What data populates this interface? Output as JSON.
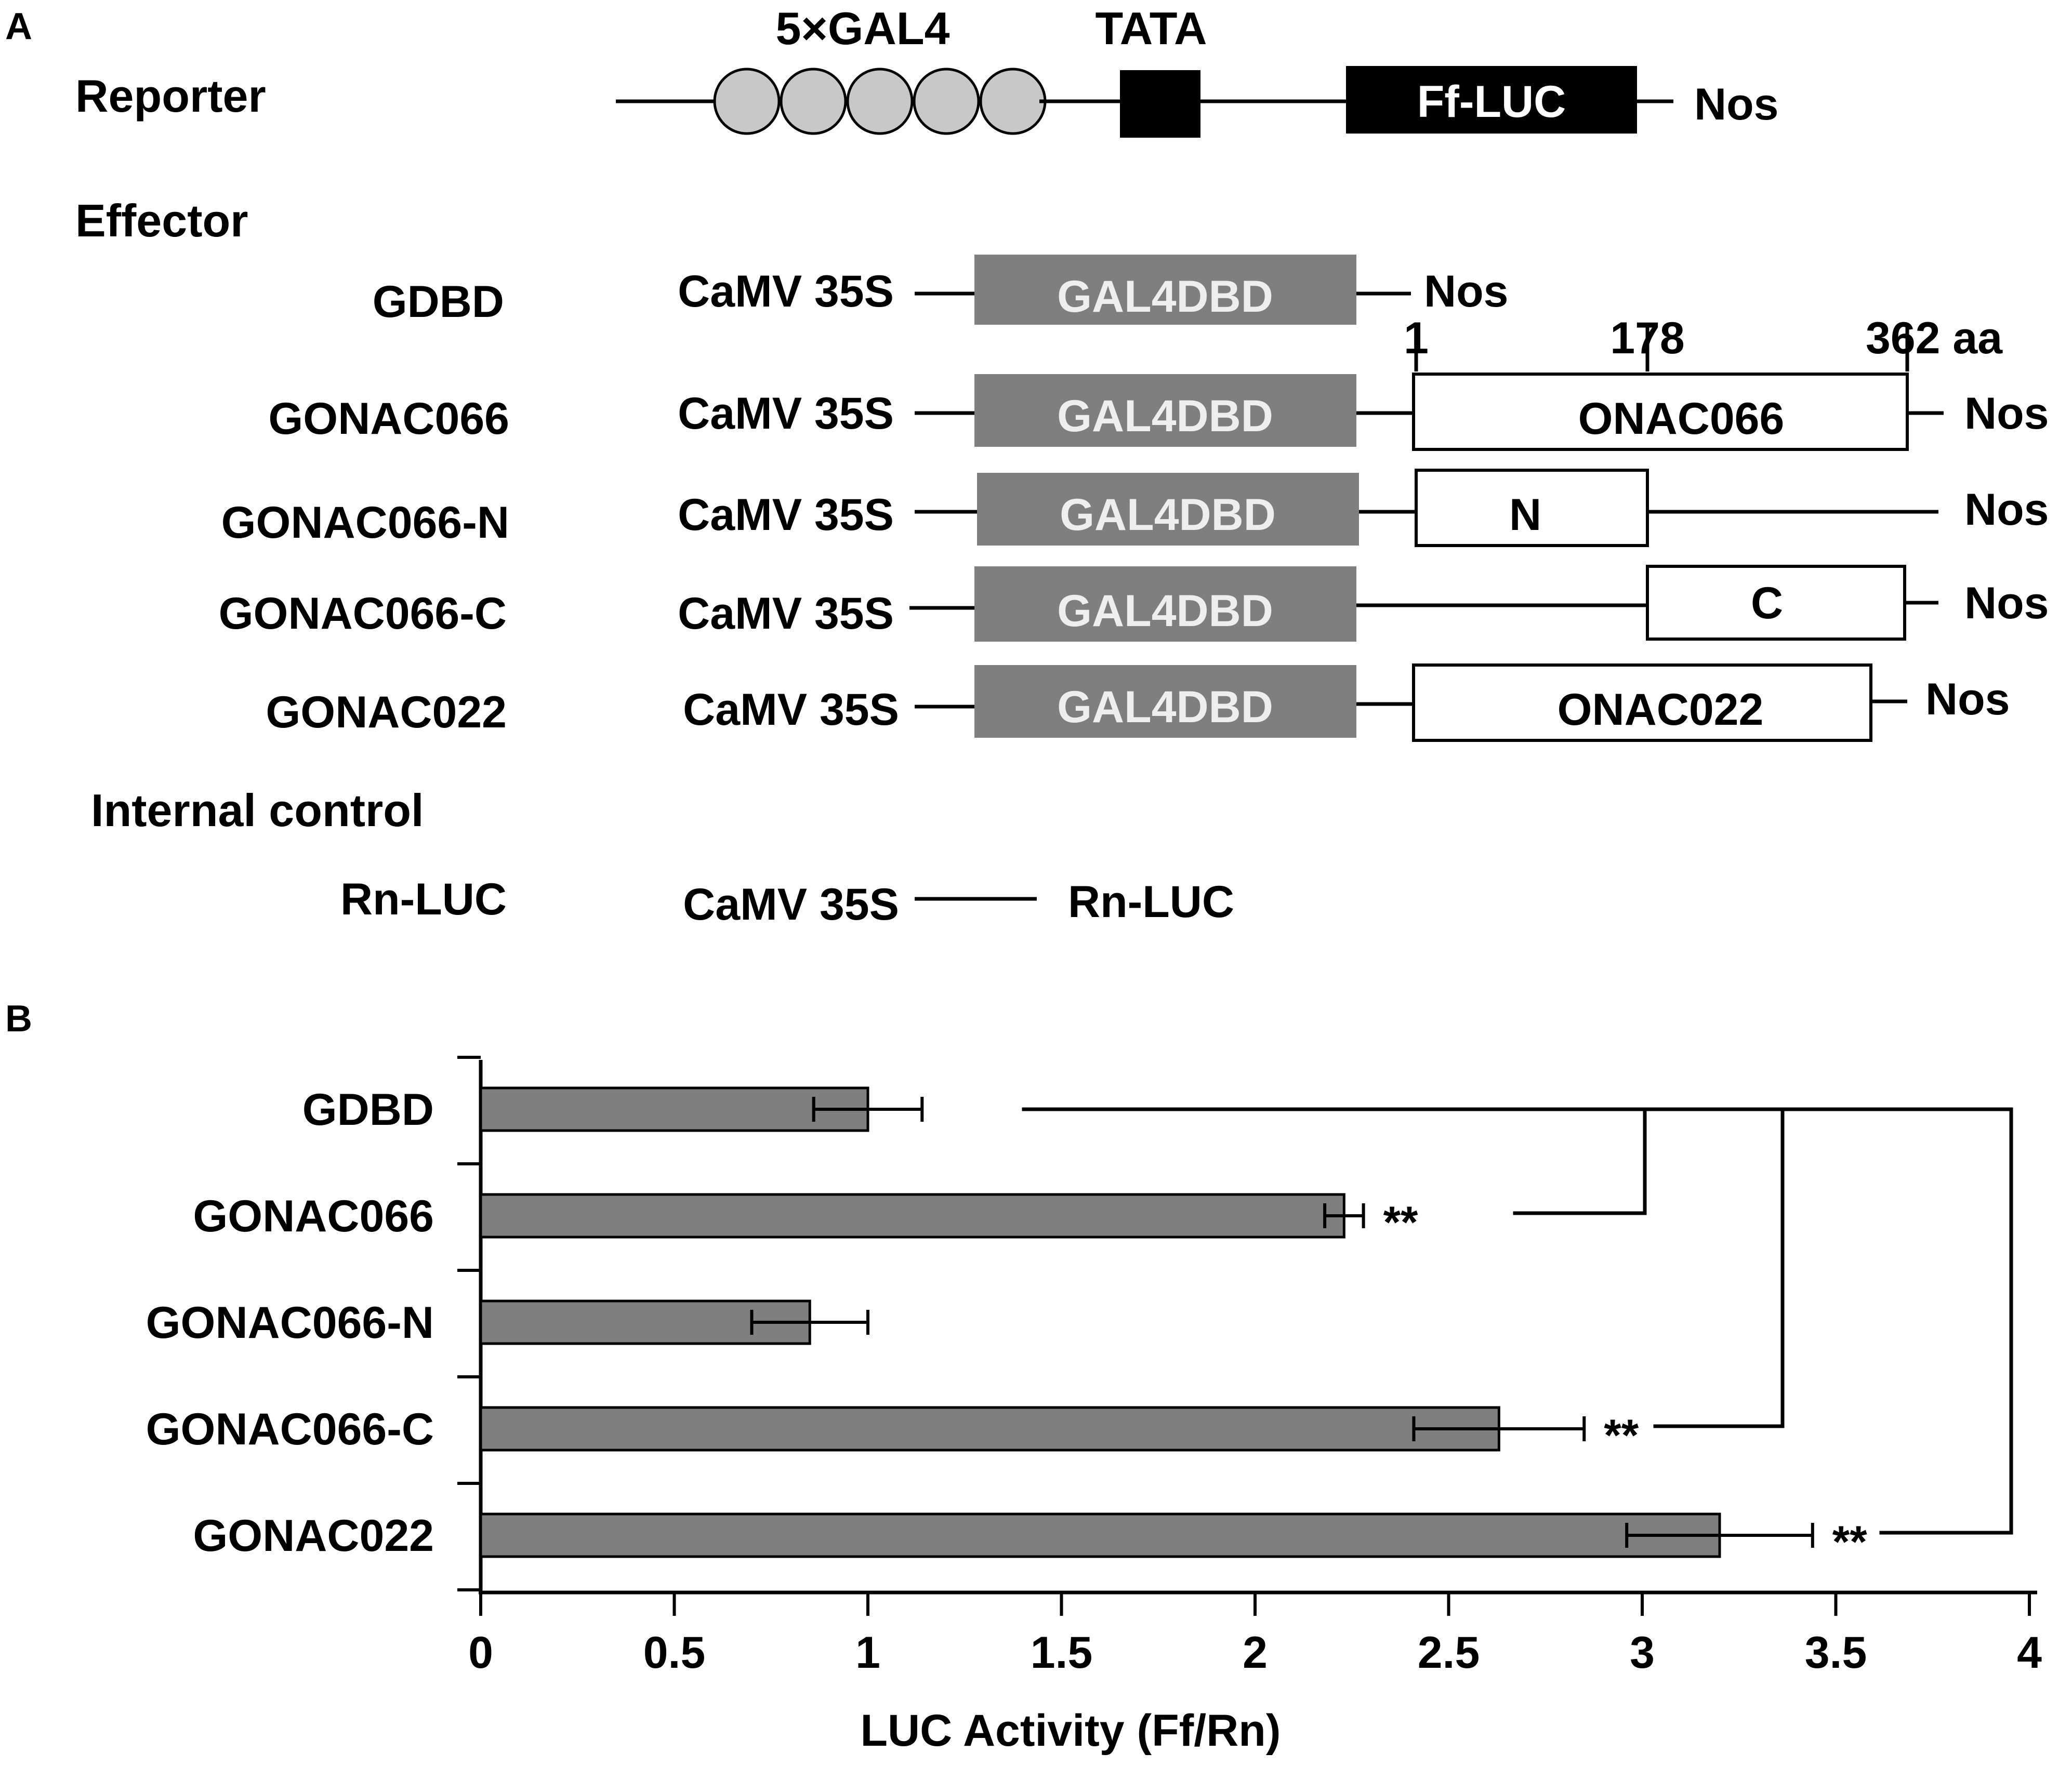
{
  "colors": {
    "gal4dbd": "#7f7f7f",
    "gal4_site": "#c8c8c8",
    "bar": "#7f7f7f",
    "black": "#000000",
    "white": "#ffffff"
  },
  "panel_a": {
    "label": "A",
    "reporter": {
      "row_label": "Reporter",
      "gal4_label": "5×GAL4",
      "gal4_site_count": 5,
      "tata_label": "TATA",
      "luc_label": "Ff-LUC",
      "terminator": "Nos"
    },
    "effector_heading": "Effector",
    "domain_positions": {
      "start": "1",
      "mid": "178",
      "end": "362 aa"
    },
    "constructs": [
      {
        "name": "GDBD",
        "promoter": "CaMV 35S",
        "dbd": "GAL4DBD",
        "fusion": "",
        "terminator": "Nos"
      },
      {
        "name": "GONAC066",
        "promoter": "CaMV 35S",
        "dbd": "GAL4DBD",
        "fusion": "ONAC066",
        "terminator": "Nos"
      },
      {
        "name": "GONAC066-N",
        "promoter": "CaMV 35S",
        "dbd": "GAL4DBD",
        "fusion": "N",
        "terminator": "Nos"
      },
      {
        "name": "GONAC066-C",
        "promoter": "CaMV 35S",
        "dbd": "GAL4DBD",
        "fusion": "C",
        "terminator": "Nos"
      },
      {
        "name": "GONAC022",
        "promoter": "CaMV 35S",
        "dbd": "GAL4DBD",
        "fusion": "ONAC022",
        "terminator": "Nos"
      }
    ],
    "internal_control": {
      "heading": "Internal control",
      "name": "Rn-LUC",
      "promoter": "CaMV 35S",
      "gene": "Rn-LUC"
    }
  },
  "panel_b": {
    "label": "B"
  },
  "chart_data": {
    "type": "bar",
    "orientation": "horizontal",
    "categories": [
      "GDBD",
      "GONAC066",
      "GONAC066-N",
      "GONAC066-C",
      "GONAC022"
    ],
    "values": [
      1.0,
      2.23,
      0.85,
      2.63,
      3.2
    ],
    "errors": [
      0.14,
      0.05,
      0.15,
      0.22,
      0.24
    ],
    "significance": [
      "",
      "**",
      "",
      "**",
      "**"
    ],
    "xlabel": "LUC Activity (Ff/Rn)",
    "ylabel": "",
    "xlim": [
      0,
      4
    ],
    "xticks": [
      "0",
      "0.5",
      "1",
      "1.5",
      "2",
      "2.5",
      "3",
      "3.5",
      "4"
    ],
    "grid": false,
    "legend": "none"
  }
}
